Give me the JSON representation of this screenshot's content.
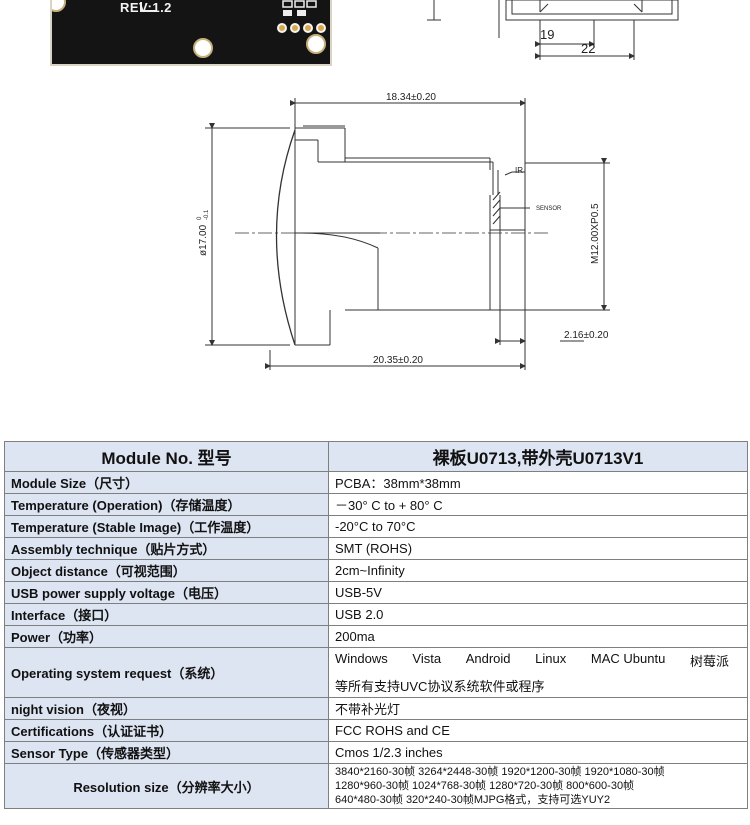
{
  "board_photo": {
    "rev_label": "REV:1.2"
  },
  "top_drawing": {
    "dim_19": "19",
    "dim_22": "22"
  },
  "lens_drawing": {
    "dim_top": "18.34±0.20",
    "dim_diameter": "ø17.00",
    "dim_diameter_sup": "0",
    "dim_diameter_sub": "-0.1",
    "dim_thread": "M12.00XP0.5",
    "label_ir": "IR",
    "label_sensor": "SENSOR",
    "dim_back": "2.16±0.20",
    "dim_bottom": "20.35±0.20"
  },
  "spec_table": {
    "header_left": "Module No. 型号",
    "header_right": "裸板U0713,带外壳U0713V1",
    "rows": [
      {
        "label": "Module Size（尺寸）",
        "value": "PCBA：38mm*38mm"
      },
      {
        "label": "Temperature (Operation)（存储温度）",
        "value": "－30° C to + 80° C"
      },
      {
        "label": "Temperature (Stable Image)（工作温度）",
        "value": "-20°C to 70°C"
      },
      {
        "label": "Assembly technique（贴片方式）",
        "value": "SMT (ROHS)"
      },
      {
        "label": "Object distance（可视范围）",
        "value": "2cm~Infinity"
      },
      {
        "label": "USB power supply voltage（电压）",
        "value": "USB-5V"
      },
      {
        "label": "Interface（接口）",
        "value": "USB 2.0"
      },
      {
        "label": "Power（功率）",
        "value": "200ma"
      }
    ],
    "os_row": {
      "label": "Operating system request（系统）",
      "value_words": [
        "Windows",
        "Vista",
        "Android",
        "Linux",
        "MAC Ubuntu",
        "树莓派"
      ],
      "value_line2": "等所有支持UVC协议系统软件或程序"
    },
    "rows_after": [
      {
        "label": "night vision（夜视）",
        "value": "不带补光灯"
      },
      {
        "label": "Certifications（认证证书）",
        "value": "FCC ROHS and CE"
      },
      {
        "label": "Sensor Type（传感器类型）",
        "value": "Cmos 1/2.3 inches"
      }
    ],
    "resolution_row": {
      "label": "Resolution size（分辨率大小）",
      "line1": "3840*2160-30帧  3264*2448-30帧  1920*1200-30帧  1920*1080-30帧",
      "line2": "1280*960-30帧  1024*768-30帧   1280*720-30帧   800*600-30帧",
      "line3": "640*480-30帧  320*240-30帧MJPG格式，支持可选YUY2"
    }
  }
}
